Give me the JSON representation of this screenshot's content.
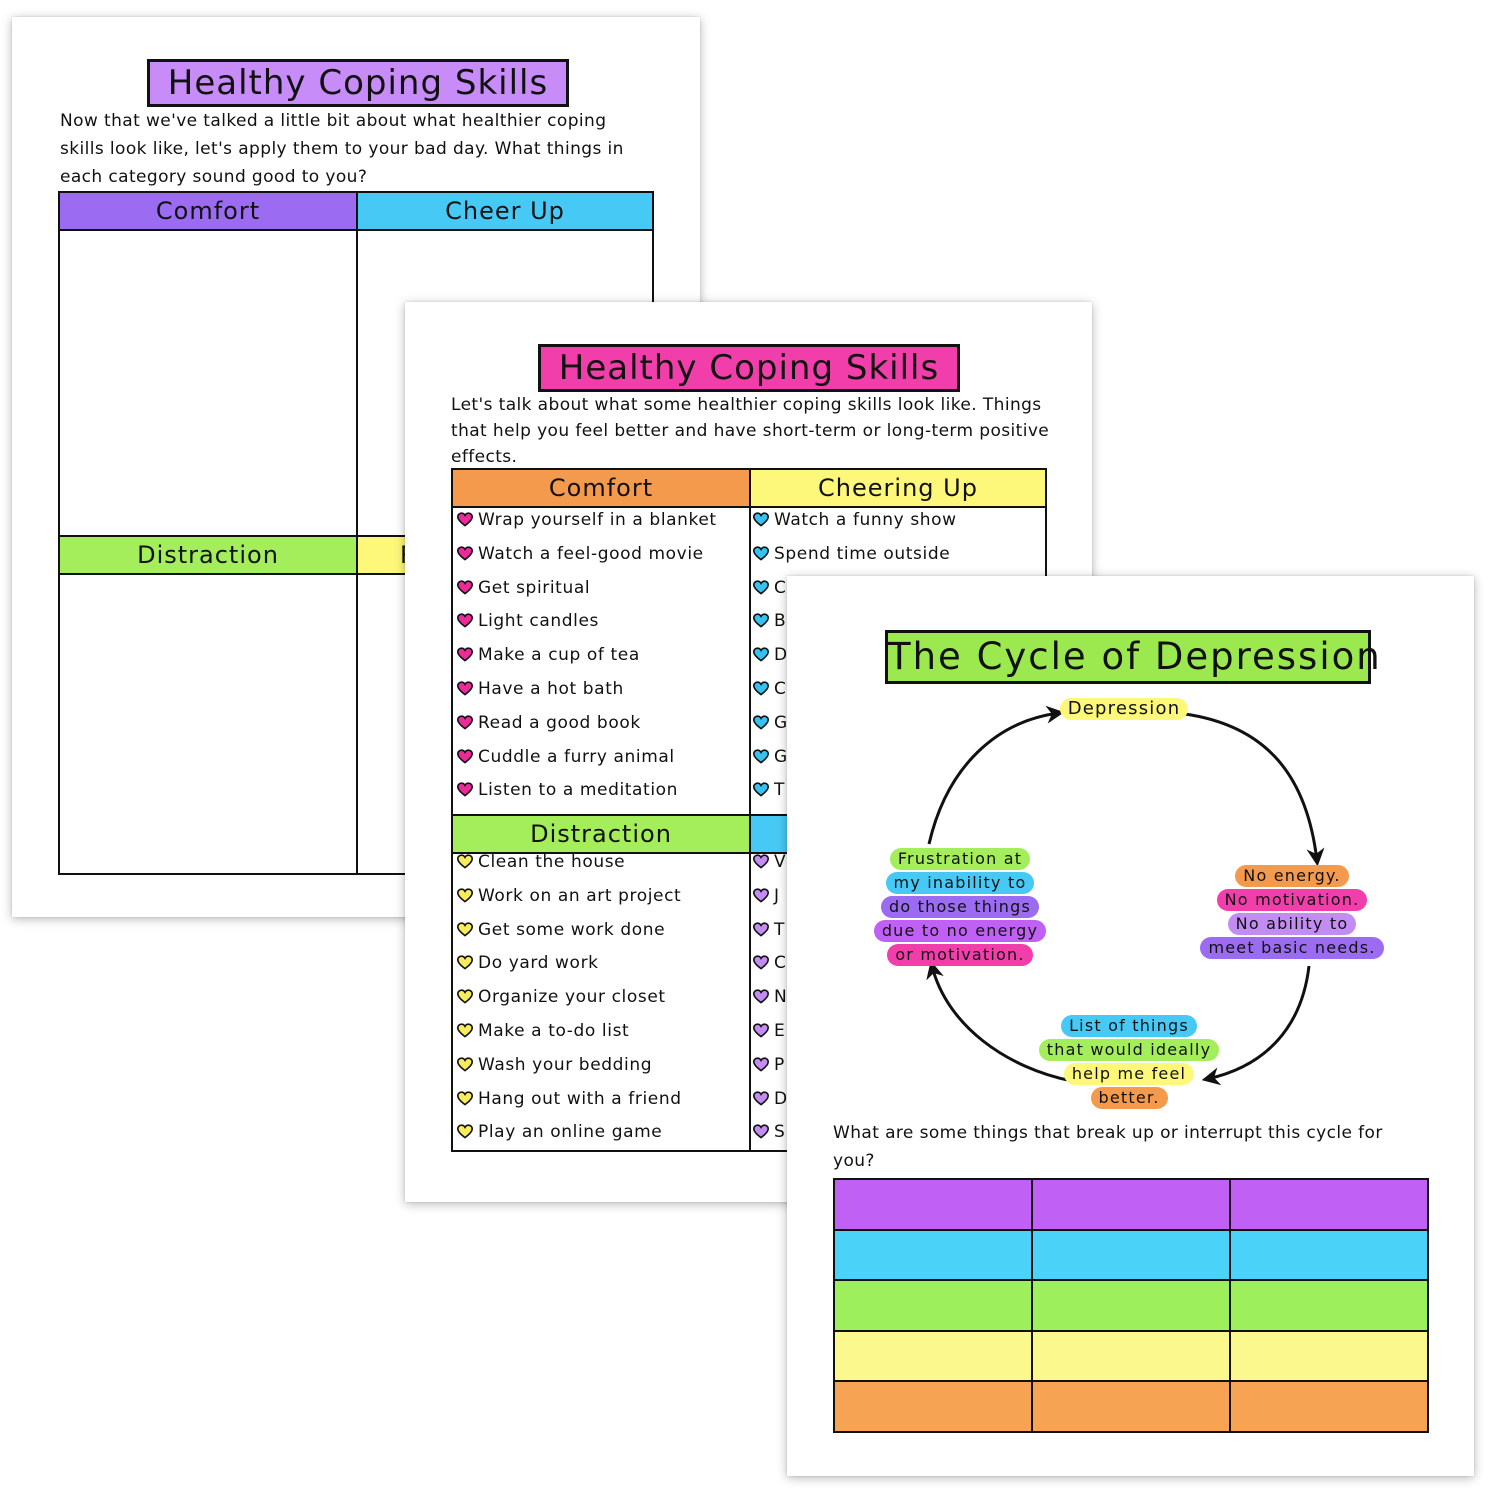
{
  "colors": {
    "purple": "#9b6cf2",
    "blue": "#47c9f5",
    "green": "#a3ee5a",
    "yellow": "#fdf879",
    "orange": "#f49a4c",
    "pink": "#f23eaa",
    "heart_pink": "#ee2a9b",
    "heart_blue": "#35c2f0",
    "heart_yellow": "#f7ec5a",
    "heart_purple": "#c28cf2",
    "grid_purple": "#c060f5",
    "grid_blue": "#4ad2f9",
    "grid_green": "#9def5c",
    "grid_yellow": "#fbf98e",
    "grid_orange": "#f6a453"
  },
  "sheet1": {
    "title": "Healthy Coping Skills",
    "intro": "Now that we've talked a little bit about what healthier coping skills look like, let's apply them to your bad day. What things in each category sound good to you?",
    "headers": [
      "Comfort",
      "Cheer Up",
      "Distraction",
      "R"
    ]
  },
  "sheet2": {
    "title": "Healthy Coping Skills",
    "intro": "Let's talk about what some healthier coping skills look like. Things that help you feel better and have short-term or long-term positive effects.",
    "headers": [
      "Comfort",
      "Cheering Up",
      "Distraction"
    ],
    "comfort": [
      "Wrap yourself in a blanket",
      "Watch a feel-good movie",
      "Get spiritual",
      "Light candles",
      "Make a cup of tea",
      "Have a hot bath",
      "Read a good book",
      "Cuddle a furry animal",
      "Listen to a meditation"
    ],
    "cheering": [
      "Watch a funny show",
      "Spend time outside",
      "C",
      "B",
      "D",
      "C",
      "G",
      "G",
      "T"
    ],
    "distraction": [
      "Clean the house",
      "Work on an art project",
      "Get some work done",
      "Do yard work",
      "Organize your closet",
      "Make a to-do list",
      "Wash your bedding",
      "Hang out with a friend",
      "Play an online game"
    ],
    "fourth": [
      "V",
      "J",
      "T",
      "C",
      "N",
      "E",
      "P",
      "D",
      "S"
    ]
  },
  "sheet3": {
    "title": "The Cycle of Depression",
    "top": "Depression",
    "right": [
      "No energy.",
      "No motivation.",
      "No ability to",
      "meet basic needs."
    ],
    "bottom": [
      "List of things",
      "that would ideally",
      "help me feel",
      "better."
    ],
    "left": [
      "Frustration at",
      "my inability to",
      "do those things",
      "due to no energy",
      "or motivation."
    ],
    "question": "What are some things that break up or interrupt this cycle for you?"
  }
}
